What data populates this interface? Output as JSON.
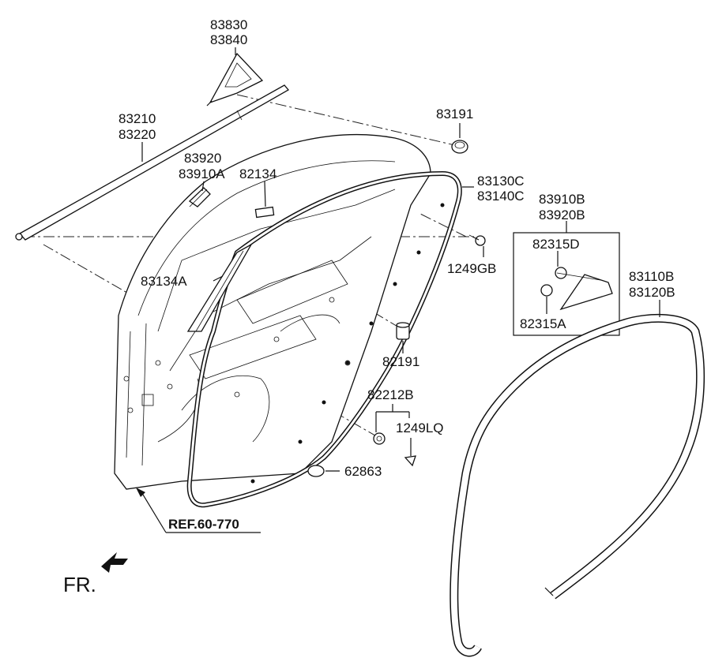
{
  "labels": {
    "p83830": "83830",
    "p83840": "83840",
    "p83210": "83210",
    "p83220": "83220",
    "p83191": "83191",
    "p83920": "83920",
    "p83910A": "83910A",
    "p82134": "82134",
    "p83130C": "83130C",
    "p83140C": "83140C",
    "p83910B": "83910B",
    "p83920B": "83920B",
    "p82315D": "82315D",
    "p1249GB": "1249GB",
    "p83110B": "83110B",
    "p83120B": "83120B",
    "p83134A": "83134A",
    "p82315A": "82315A",
    "p82191": "82191",
    "p82212B": "82212B",
    "p1249LQ": "1249LQ",
    "p62863": "62863",
    "ref": "REF.60-770",
    "fr": "FR."
  }
}
